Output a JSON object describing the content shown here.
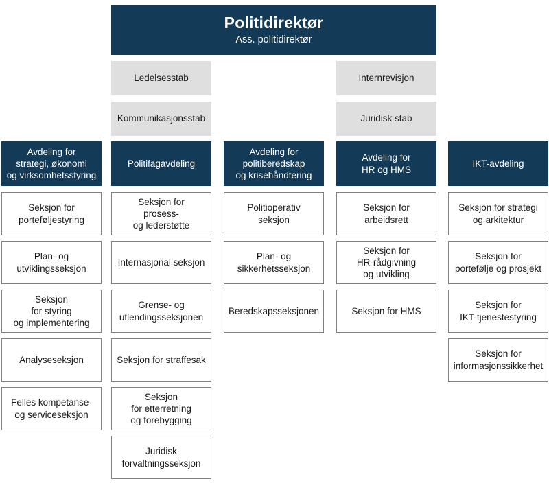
{
  "leader": {
    "title": "Politidirektør",
    "subtitle": "Ass. politidirektør"
  },
  "staff_left": [
    {
      "label": "Ledelsesstab"
    },
    {
      "label": "Kommunikasjonsstab"
    }
  ],
  "staff_right": [
    {
      "label": "Internrevisjon"
    },
    {
      "label": "Juridisk stab"
    }
  ],
  "departments": [
    {
      "header": "Avdeling for\nstrategi, økonomi\nog virksomhetsstyring",
      "sections": [
        "Seksjon for\nporteføljestyring",
        "Plan- og\nutviklingsseksjon",
        "Seksjon\nfor styring\nog implementering",
        "Analyseseksjon",
        "Felles kompetanse-\nog serviceseksjon"
      ]
    },
    {
      "header": "Politifagavdeling",
      "sections": [
        "Seksjon for\nprosess-\nog lederstøtte",
        "Internasjonal seksjon",
        "Grense- og\nutlendingsseksjonen",
        "Seksjon for straffesak",
        "Seksjon\nfor etterretning\nog forebygging",
        "Juridisk\nforvaltningsseksjon"
      ]
    },
    {
      "header": "Avdeling for\npolitiberedskap\nog krisehåndtering",
      "sections": [
        "Politioperativ\nseksjon",
        "Plan- og\nsikkerhetsseksjon",
        "Beredskapsseksjonen"
      ]
    },
    {
      "header": "Avdeling for\nHR og HMS",
      "sections": [
        "Seksjon for\narbeidsrett",
        "Seksjon for\nHR-rådgivning\nog utvikling",
        "Seksjon for HMS"
      ]
    },
    {
      "header": "IKT-avdeling",
      "sections": [
        "Seksjon for strategi\nog arkitektur",
        "Seksjon for\nportefølje og prosjekt",
        "Seksjon for\nIKT-tjenestestyring",
        "Seksjon for\ninformasjonssikkerhet"
      ]
    }
  ],
  "colors": {
    "header_navy": "#133A57",
    "staff_gray": "#dfdfdf",
    "section_border": "#808080",
    "text_dark": "#1a1a1a",
    "text_light": "#ffffff"
  }
}
